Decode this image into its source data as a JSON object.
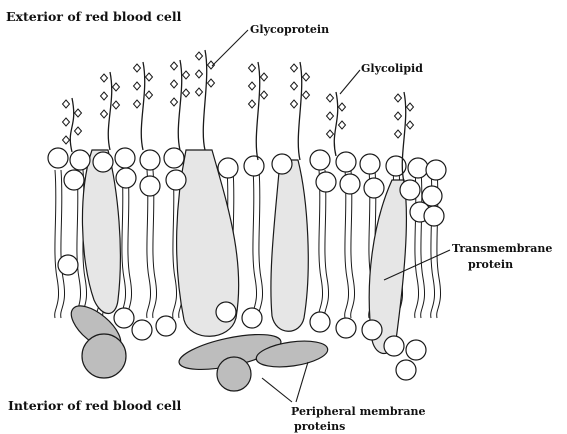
{
  "diagram": {
    "labels": {
      "exterior": "Exterior of red blood cell",
      "interior": "Interior of red blood cell",
      "glycoprotein": "Glycoprotein",
      "glycolipid": "Glycolipid",
      "transmembrane_line1": "Transmembrane",
      "transmembrane_line2": "protein",
      "peripheral_line1": "Peripheral membrane",
      "peripheral_line2": "proteins"
    },
    "colors": {
      "ink": "#1a1a1a",
      "protein_fill": "#e6e6e6",
      "peripheral_fill": "#bdbdbd",
      "head_fill": "#ffffff"
    }
  }
}
